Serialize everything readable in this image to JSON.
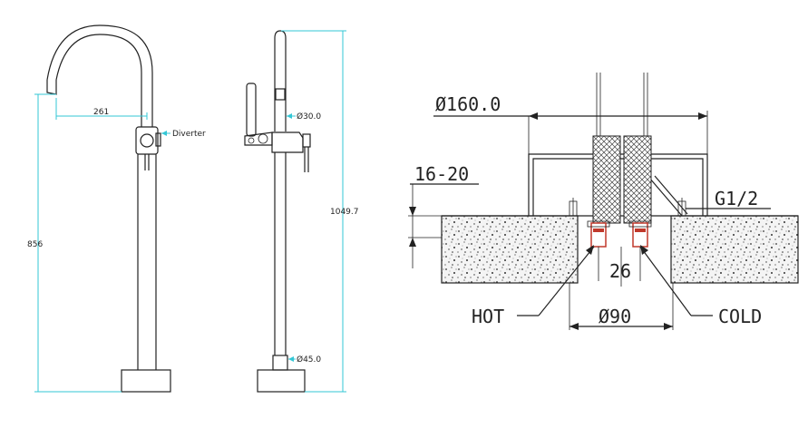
{
  "left_drawing": {
    "dim_spout": "261",
    "label_diverter": "Diverter",
    "dim_height": "856"
  },
  "middle_drawing": {
    "dim_pipe_top": "Ø30.0",
    "dim_total_height": "1049.7",
    "dim_pipe_base": "Ø45.0"
  },
  "right_drawing": {
    "dim_cover": "Ø160.0",
    "dim_depth": "16-20",
    "dim_thread": "G1/2",
    "dim_spacing": "26",
    "dim_sleeve": "Ø90",
    "label_hot": "HOT",
    "label_cold": "COLD"
  },
  "colors": {
    "dimension_line": "#33c7d6",
    "line": "#222222",
    "copper": "#c0392b"
  }
}
